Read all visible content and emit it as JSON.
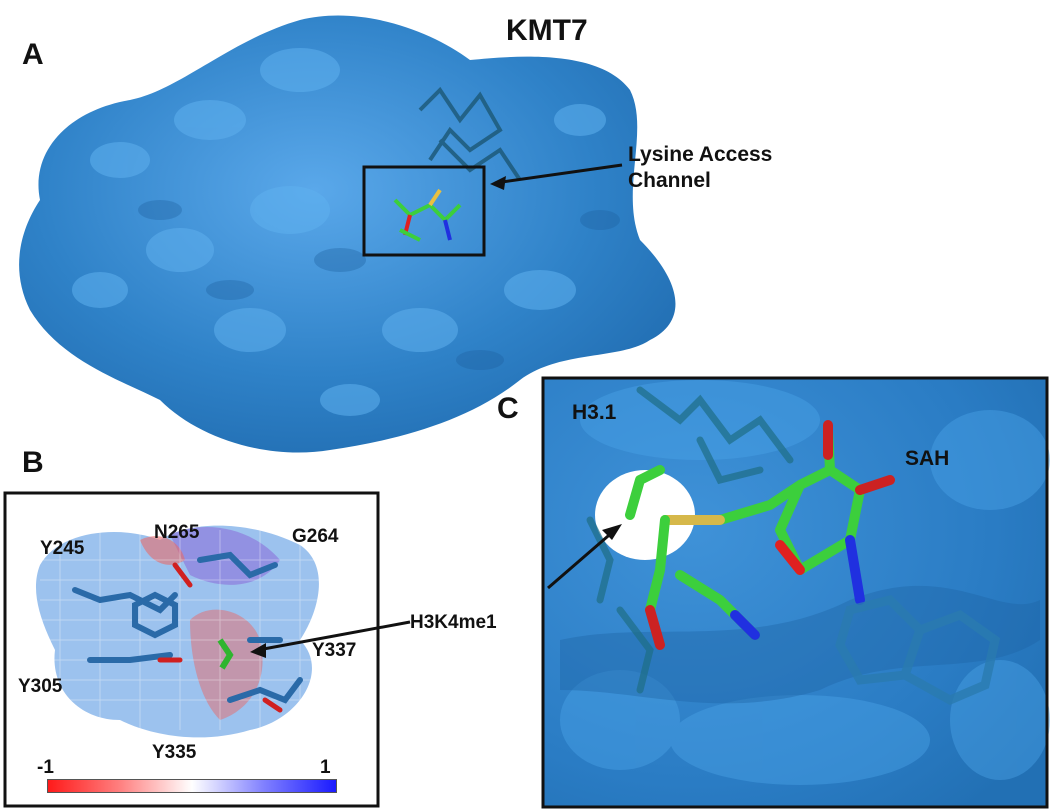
{
  "panels": {
    "a": {
      "letter": "A",
      "protein": "KMT7",
      "callout": "Lysine Access\nChannel"
    },
    "b": {
      "letter": "B",
      "residues": [
        "Y245",
        "N265",
        "G264",
        "Y305",
        "Y337",
        "Y335"
      ],
      "colorbar": {
        "min_label": "-1",
        "max_label": "1",
        "colors": [
          "#ff1a1a",
          "#ffffff",
          "#1a1aff"
        ]
      },
      "pointer_label": "H3K4me1"
    },
    "c": {
      "letter": "C",
      "labels": [
        "H3.1",
        "SAH"
      ]
    }
  },
  "colors": {
    "surface": "#2f82c8",
    "surface_light": "#4a9ae0",
    "carbon": "#3ccf3c",
    "oxygen": "#e02020",
    "nitrogen": "#2030e0",
    "sulfur": "#e8c040"
  }
}
